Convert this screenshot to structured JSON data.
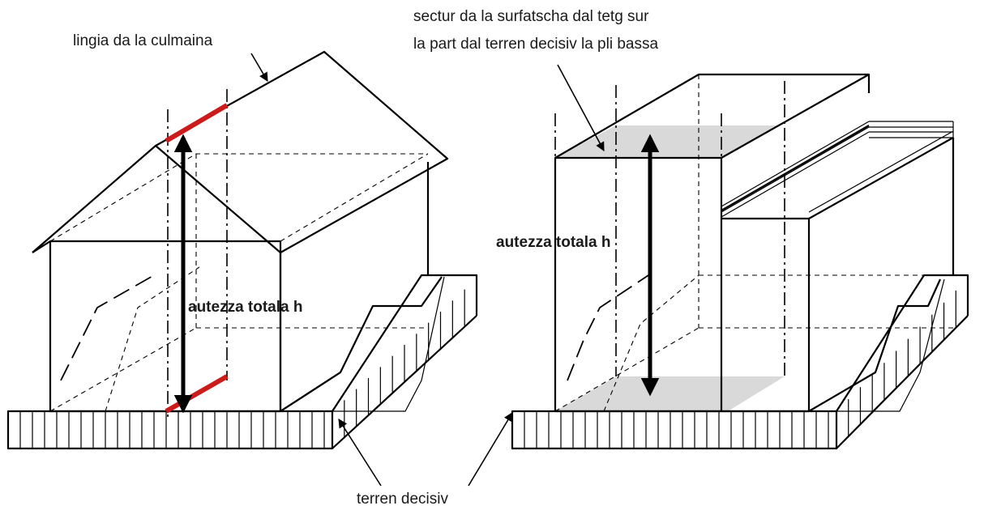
{
  "labels": {
    "ridge_line": "lingia da la culmaina",
    "roof_sector_line1": "sectur da la surfatscha dal tetg sur",
    "roof_sector_line2": "la part dal terren decisiv la pli bassa",
    "total_height_left": "autezza totala h",
    "total_height_right": "autezza totala h",
    "decisive_terrain": "terren decisiv"
  },
  "colors": {
    "ridge_highlight": "#cc1b1b",
    "shaded_area": "#d9d9d9",
    "line": "#000000"
  }
}
